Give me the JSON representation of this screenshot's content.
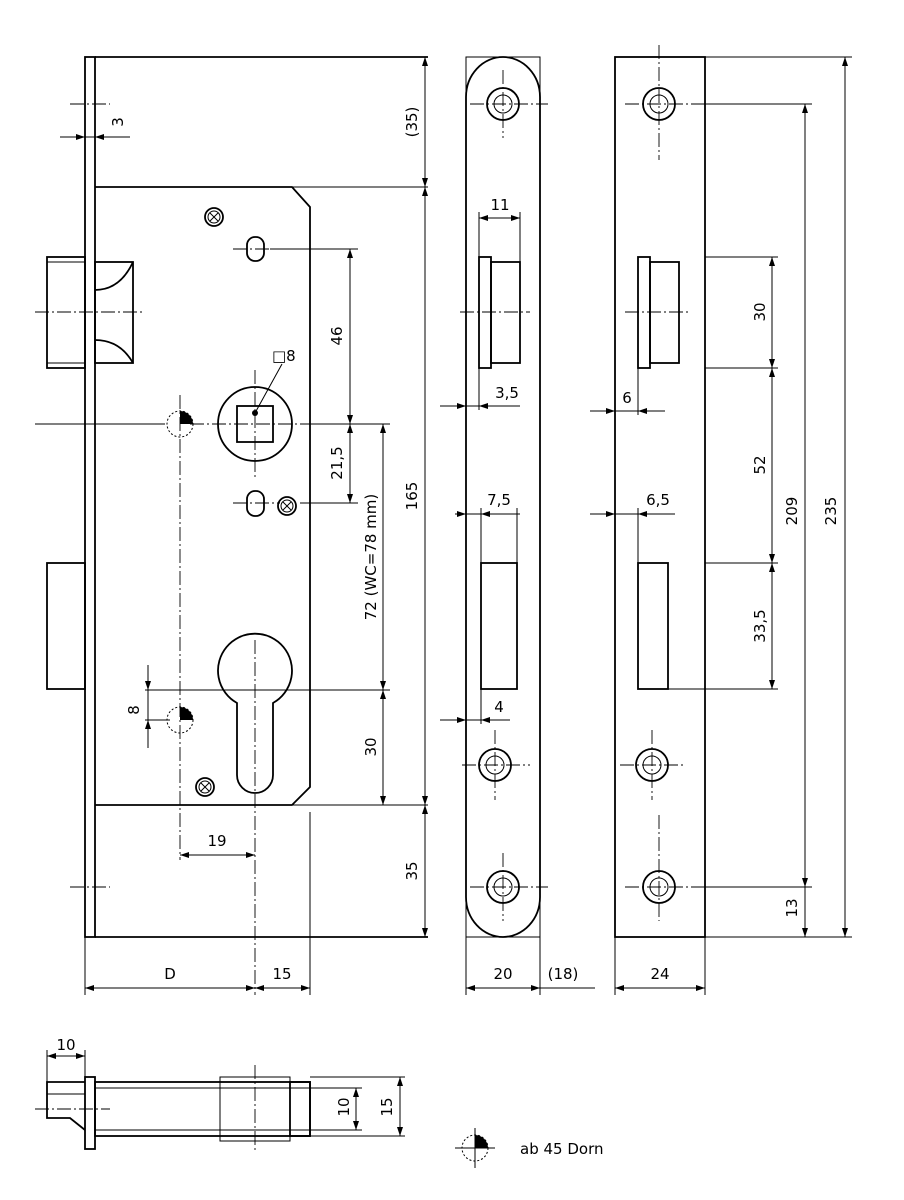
{
  "dimensions": {
    "t": "3",
    "backset_top": "(35)",
    "follower_spacing": "46",
    "square": "□8",
    "follower_to_centre": "21,5",
    "centre_spacing": "72 (WC=78 mm)",
    "case_height": "165",
    "cyl_below": "30",
    "bottom_offset": "35",
    "dorn_offset": "8",
    "cyl_width": "19",
    "backset": "D",
    "faceplate_offset": "15",
    "latch_width": "11",
    "latch_proj": "3,5",
    "bolt_width": "7,5",
    "bolt_proj": "4",
    "faceplate_width": "20",
    "faceplate_opt": "(18)",
    "striker_latch_h": "30",
    "striker_latch_proj": "6",
    "striker_gap": "52",
    "striker_bolt_proj": "6,5",
    "striker_bolt_h": "33,5",
    "striker_hole_dist": "209",
    "striker_total": "235",
    "striker_bottom": "13",
    "striker_width": "24",
    "bottom_latch": "10",
    "bottom_h1": "10",
    "bottom_h2": "15"
  },
  "legend": {
    "text": "ab 45 Dorn"
  }
}
